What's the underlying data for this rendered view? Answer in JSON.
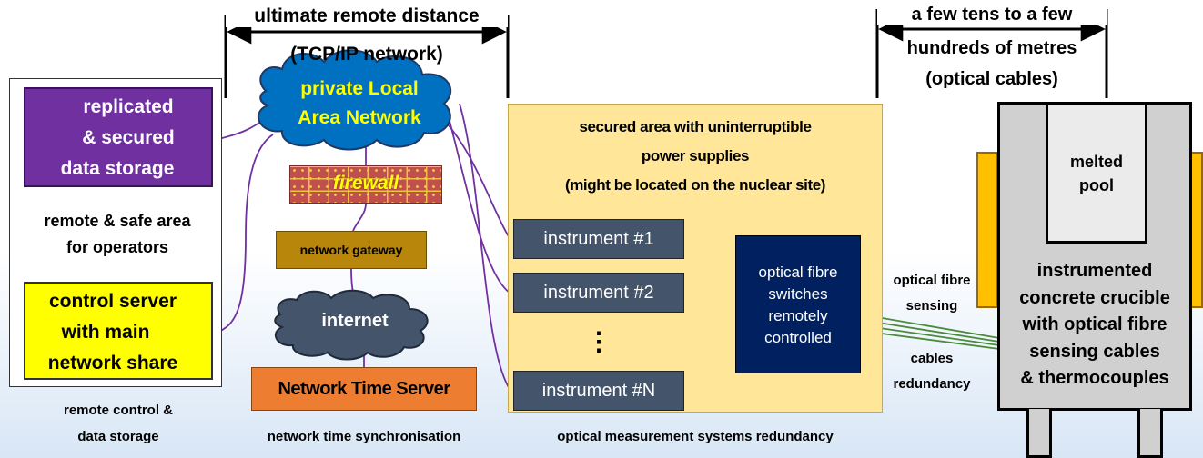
{
  "header": {
    "tcp_title": "ultimate remote distance",
    "tcp_sub": "(TCP/IP network)",
    "optical_title_1": "a few tens to a few",
    "optical_title_2": "hundreds of metres",
    "optical_title_3": "(optical cables)"
  },
  "left": {
    "storage_lines": [
      "replicated",
      "& secured",
      "data storage"
    ],
    "area_lines": [
      "remote & safe area",
      "for operators"
    ],
    "control_lines": [
      "control server",
      "with main",
      "network share"
    ],
    "caption_lines": [
      "remote control &",
      "data storage"
    ]
  },
  "network": {
    "lan_lines": [
      "private Local",
      "Area Network"
    ],
    "firewall": "firewall",
    "gateway": "network gateway",
    "internet": "internet",
    "time_server": "Network Time Server",
    "caption": "network time synchronisation"
  },
  "secured": {
    "title_lines": [
      "secured area with uninterruptible",
      "power supplies",
      "(might be located on the nuclear site)"
    ],
    "instruments": [
      "instrument #1",
      "instrument #2",
      "instrument #N"
    ],
    "ellipsis": "⋮",
    "switch_lines": [
      "optical fibre",
      "switches",
      "remotely",
      "controlled"
    ],
    "caption": "optical  measurement systems redundancy"
  },
  "cables": {
    "sensing_lines": [
      "optical fibre",
      "sensing"
    ],
    "redundancy_lines": [
      "cables",
      "redundancy"
    ]
  },
  "crucible": {
    "pool_lines": [
      "melted",
      "pool"
    ],
    "label_lines": [
      "instrumented",
      "concrete crucible",
      "with optical fibre",
      "sensing cables",
      "& thermocouples"
    ]
  },
  "colors": {
    "purple": "#7030a0",
    "yellow": "#ffff00",
    "cloud_blue": "#0070c0",
    "cloud_gray": "#44546a",
    "orange": "#ed7d31",
    "navy": "#002060",
    "connector": "#7030a0",
    "fibre": "#4a8a3a"
  }
}
